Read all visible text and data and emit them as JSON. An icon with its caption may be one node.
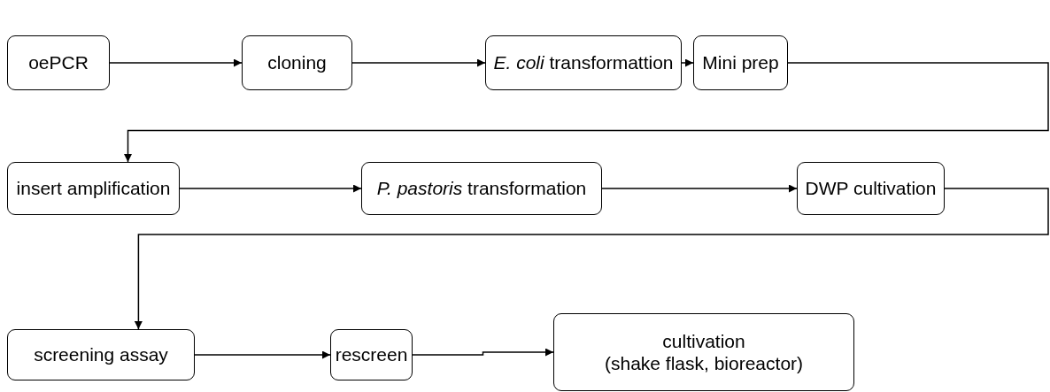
{
  "diagram": {
    "nodes": [
      {
        "text": [
          "oePCR"
        ]
      },
      {
        "text": [
          "cloning"
        ]
      },
      {
        "text": [
          "*E. coli* transformattion"
        ]
      },
      {
        "text": [
          "Mini prep"
        ]
      },
      {
        "text": [
          "insert amplification"
        ]
      },
      {
        "text": [
          "*P. pastoris* transformation"
        ]
      },
      {
        "text": [
          "DWP cultivation"
        ]
      },
      {
        "text": [
          "screening assay"
        ]
      },
      {
        "text": [
          "rescreen"
        ]
      },
      {
        "text": [
          "cultivation",
          "(shake flask, bioreactor)"
        ]
      }
    ],
    "edges": [
      {
        "from": 0,
        "to": 1,
        "arrow": "to"
      },
      {
        "from": 1,
        "to": 2,
        "arrow": "to"
      },
      {
        "from": 2,
        "to": 3,
        "arrow": "to"
      },
      {
        "from": 3,
        "to": 4,
        "arrow": "to"
      },
      {
        "from": 4,
        "to": 5,
        "arrow": "to"
      },
      {
        "from": 5,
        "to": 6,
        "arrow": "to"
      },
      {
        "from": 6,
        "to": 7,
        "arrow": "to"
      },
      {
        "from": 7,
        "to": 8,
        "arrow": "to"
      },
      {
        "from": 8,
        "to": 9,
        "arrow": "to"
      }
    ]
  }
}
